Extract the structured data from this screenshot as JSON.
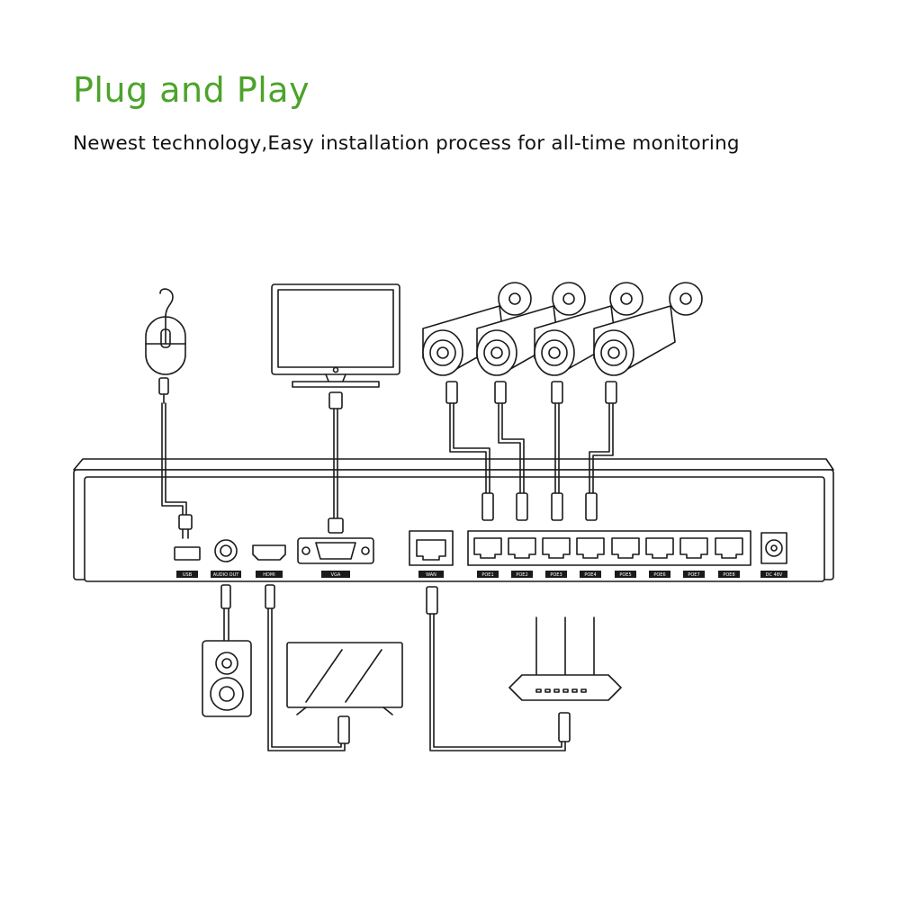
{
  "header": {
    "title": "Plug and Play",
    "subtitle": "Newest technology,Easy installation process for all-time monitoring"
  },
  "colors": {
    "title": "#4ca32a",
    "line": "#1a1a1a",
    "label_bg": "#1a1a1a"
  },
  "ports": {
    "usb": "USB",
    "audio": "AUDIO OUT",
    "hdmi": "HDMI",
    "vga": "VGA",
    "wan": "WAN",
    "poe": [
      "POE1",
      "POE2",
      "POE3",
      "POE4",
      "POE5",
      "POE6",
      "POE7",
      "POE8"
    ],
    "dc": "DC 48V"
  },
  "icons": [
    "mouse-icon",
    "monitor-icon",
    "camera-icon",
    "speaker-icon",
    "tv-icon",
    "router-icon",
    "nvr-icon"
  ]
}
